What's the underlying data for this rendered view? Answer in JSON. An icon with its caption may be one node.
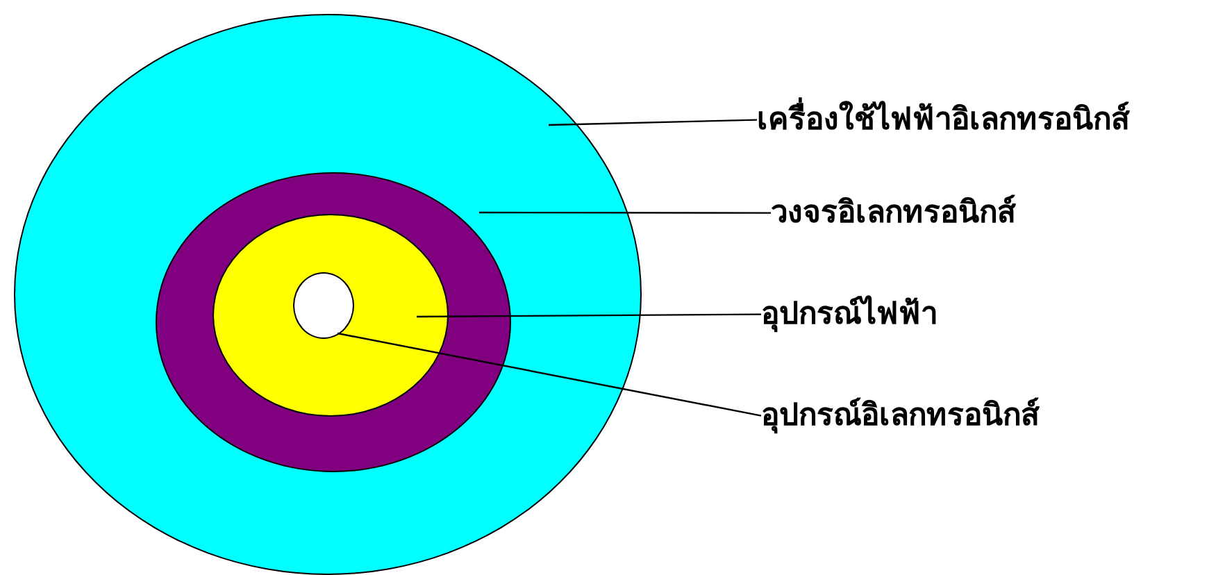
{
  "diagram": {
    "nodes": [
      {
        "text": [],
        "shape": "circle"
      },
      {
        "text": [],
        "shape": "circle",
        "in": 0
      },
      {
        "text": [],
        "shape": "circle",
        "in": 1
      },
      {
        "text": [],
        "shape": "circle",
        "in": 2
      },
      {
        "text": [
          "เครื่องใช้ไฟฟ้าอิเลกทรอนิกส์"
        ]
      },
      {
        "text": [
          "วงจรอิเลกทรอนิกส์"
        ]
      },
      {
        "text": [
          "อุปกรณ์ไฟฟ้า"
        ]
      },
      {
        "text": [
          "อุปกรณ์อิเลกทรอนิกส์"
        ]
      }
    ],
    "edges": [
      {
        "from": 4,
        "to": 0,
        "arrow": "none"
      },
      {
        "from": 5,
        "to": 1,
        "arrow": "none"
      },
      {
        "from": 6,
        "to": 2,
        "arrow": "none"
      },
      {
        "from": 7,
        "to": 3,
        "arrow": "none"
      }
    ]
  }
}
